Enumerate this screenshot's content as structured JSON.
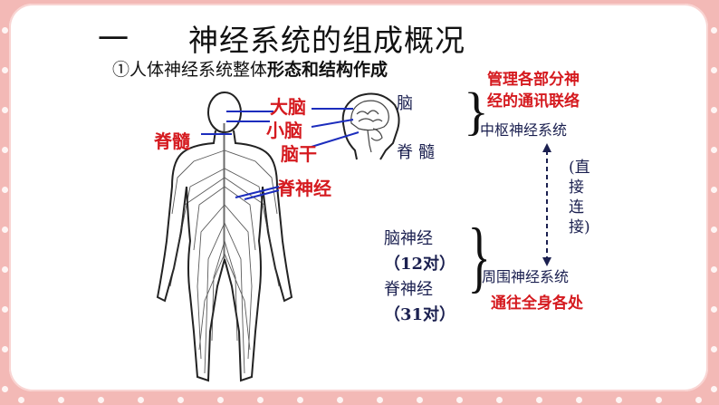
{
  "title": {
    "dash": "一",
    "text": "神经系统的组成概况"
  },
  "subtitle": {
    "prefix": "①人体神经系统整体",
    "suffix": "形态和结构作成"
  },
  "figure_labels": {
    "cerebrum": "大脑",
    "cerebellum": "小脑",
    "brainstem": "脑干",
    "spinal_cord": "脊髓",
    "spinal_nerve": "脊神经"
  },
  "cns": {
    "brain": "脑",
    "spinal_cord": "脊髓",
    "note_line1": "管理各部分神",
    "note_line2": "经的通讯联络",
    "name": "中枢神经系统"
  },
  "link": {
    "text": "(直接连接)"
  },
  "pns": {
    "cranial_nerve": "脑神经",
    "cranial_pairs": "（12对）",
    "spinal_nerve": "脊神经",
    "spinal_pairs": "（31对）",
    "name": "周围神经系统",
    "note": "通往全身各处"
  },
  "colors": {
    "background": "#f3b9b6",
    "accent_red": "#d51a1f",
    "text_dark": "#1b2050"
  },
  "icons": [
    "human-body-nervous-system-illustration",
    "brain-sagittal-illustration",
    "curly-brace",
    "dashed-double-arrow"
  ]
}
